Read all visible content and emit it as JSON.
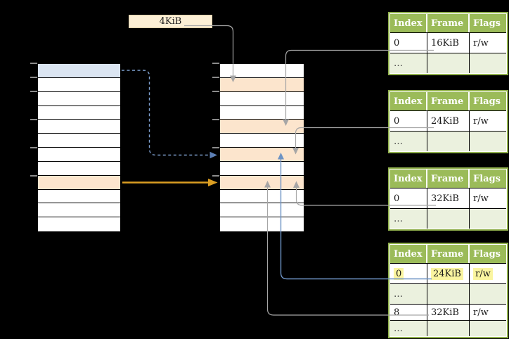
{
  "label_box": {
    "text": "4KiB"
  },
  "memory_columns": {
    "virtual": {
      "rows": [
        "blue",
        "white",
        "white",
        "white",
        "white",
        "white",
        "white",
        "white",
        "peach",
        "white",
        "white",
        "white"
      ]
    },
    "physical": {
      "rows": [
        "white",
        "peach",
        "white",
        "white",
        "peach",
        "white",
        "peach",
        "white",
        "peach",
        "white",
        "white",
        "white"
      ]
    }
  },
  "page_tables": [
    {
      "headers": [
        "Index",
        "Frame",
        "Flags"
      ],
      "rows": [
        {
          "shade": "white",
          "cells": [
            "0",
            "16KiB",
            "r/w"
          ],
          "highlight": false
        },
        {
          "shade": "green",
          "cells": [
            "…",
            "",
            ""
          ],
          "highlight": false
        }
      ]
    },
    {
      "headers": [
        "Index",
        "Frame",
        "Flags"
      ],
      "rows": [
        {
          "shade": "white",
          "cells": [
            "0",
            "24KiB",
            "r/w"
          ],
          "highlight": false
        },
        {
          "shade": "green",
          "cells": [
            "…",
            "",
            ""
          ],
          "highlight": false
        }
      ]
    },
    {
      "headers": [
        "Index",
        "Frame",
        "Flags"
      ],
      "rows": [
        {
          "shade": "white",
          "cells": [
            "0",
            "32KiB",
            "r/w"
          ],
          "highlight": false
        },
        {
          "shade": "green",
          "cells": [
            "…",
            "",
            ""
          ],
          "highlight": false
        }
      ]
    },
    {
      "headers": [
        "Index",
        "Frame",
        "Flags"
      ],
      "rows": [
        {
          "shade": "white",
          "cells": [
            "0",
            "24KiB",
            "r/w"
          ],
          "highlight": true
        },
        {
          "shade": "green",
          "cells": [
            "…",
            "",
            ""
          ],
          "highlight": false
        },
        {
          "shade": "white",
          "cells": [
            "8",
            "32KiB",
            "r/w"
          ],
          "highlight": false
        },
        {
          "shade": "green",
          "cells": [
            "…",
            "",
            ""
          ],
          "highlight": false
        }
      ]
    }
  ],
  "arrows": [
    {
      "id": "label-4kib-to-frame",
      "style": "solid-gray",
      "from": "4KiB label",
      "to": "physical frame row 2"
    },
    {
      "id": "table1-entry-to-frame-16kib",
      "style": "solid-gray",
      "from": "table 1 row 0 (16KiB)",
      "to": "physical frame row 5"
    },
    {
      "id": "table2-entry-to-frame-24kib",
      "style": "solid-gray",
      "from": "table 2 row 0 (24KiB)",
      "to": "physical frame row 7"
    },
    {
      "id": "table3-entry-to-frame-32kib",
      "style": "solid-gray",
      "from": "table 3 row 0 (32KiB)",
      "to": "physical frame row 9"
    },
    {
      "id": "table4-row8-to-frame-32kib",
      "style": "solid-gray",
      "from": "table 4 row 8 (32KiB)",
      "to": "physical frame row 9"
    },
    {
      "id": "table4-row0-to-frame-24kib",
      "style": "solid-blue",
      "from": "table 4 row 0 (24KiB, highlighted)",
      "to": "physical frame row 7"
    },
    {
      "id": "virtual-blue-page-translation",
      "style": "dashed-blue",
      "from": "virtual memory blue row",
      "to": "physical frame row 7"
    },
    {
      "id": "virtual-orange-page-translation",
      "style": "solid-orange",
      "from": "virtual memory orange row",
      "to": "physical frame row 9"
    }
  ],
  "colors": {
    "background": "#000000",
    "row_blue": "#dbe5f2",
    "row_peach": "#fce5cd",
    "label_box_fill": "#fcefd5",
    "header_green": "#9bbb59",
    "table_border_green": "#90b04c",
    "row_light_green": "#ebf1de",
    "highlight_yellow": "#faf5a0",
    "gray_line": "#a6a6a6",
    "blue_line": "#6d93c4",
    "dashed_blue": "#7ea0cf",
    "orange_arrow": "#db9e22"
  }
}
